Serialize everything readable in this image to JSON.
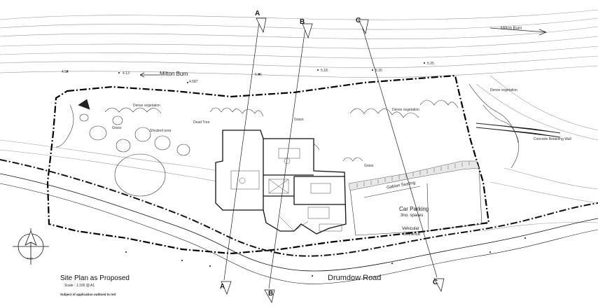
{
  "plan": {
    "title": "Site Plan as Proposed",
    "scale": "Scale - 1:100 @ A1",
    "note": "Subject of application outlined in red"
  },
  "labels": {
    "milton_burn_top": "Milton Burn",
    "milton_burn_arrow": "Milton Burn",
    "road": "Drumdow Road",
    "gabion_seating": "Gabion Seating",
    "car_parking": "Car Parking",
    "car_parking_spaces": "3no. spaces",
    "vehicular": "Vehicular",
    "entrance": "Entrance",
    "retaining_wall": "Concrete Retaining Wall",
    "dense_veg_left": "Dense vegetation",
    "dense_veg_mid": "Dense vegetation",
    "dense_veg_right": "Dense vegetation",
    "grass_left": "Grass",
    "grass_mid": "Grass",
    "grass_right": "Grass",
    "shrubs": "Shrubed area",
    "dead_tree": "Dead Tree",
    "north": "north",
    "sec_a": "A",
    "sec_b": "B",
    "sec_c": "C"
  },
  "levels": [
    "4.52",
    "4.13",
    "4.587",
    "5.06",
    "5.18",
    "5.30",
    "5.35"
  ],
  "colors": {
    "line": "#1a1a1a",
    "contour": "#8a8a8a",
    "boundary": "#000000",
    "hatch": "#555555"
  }
}
